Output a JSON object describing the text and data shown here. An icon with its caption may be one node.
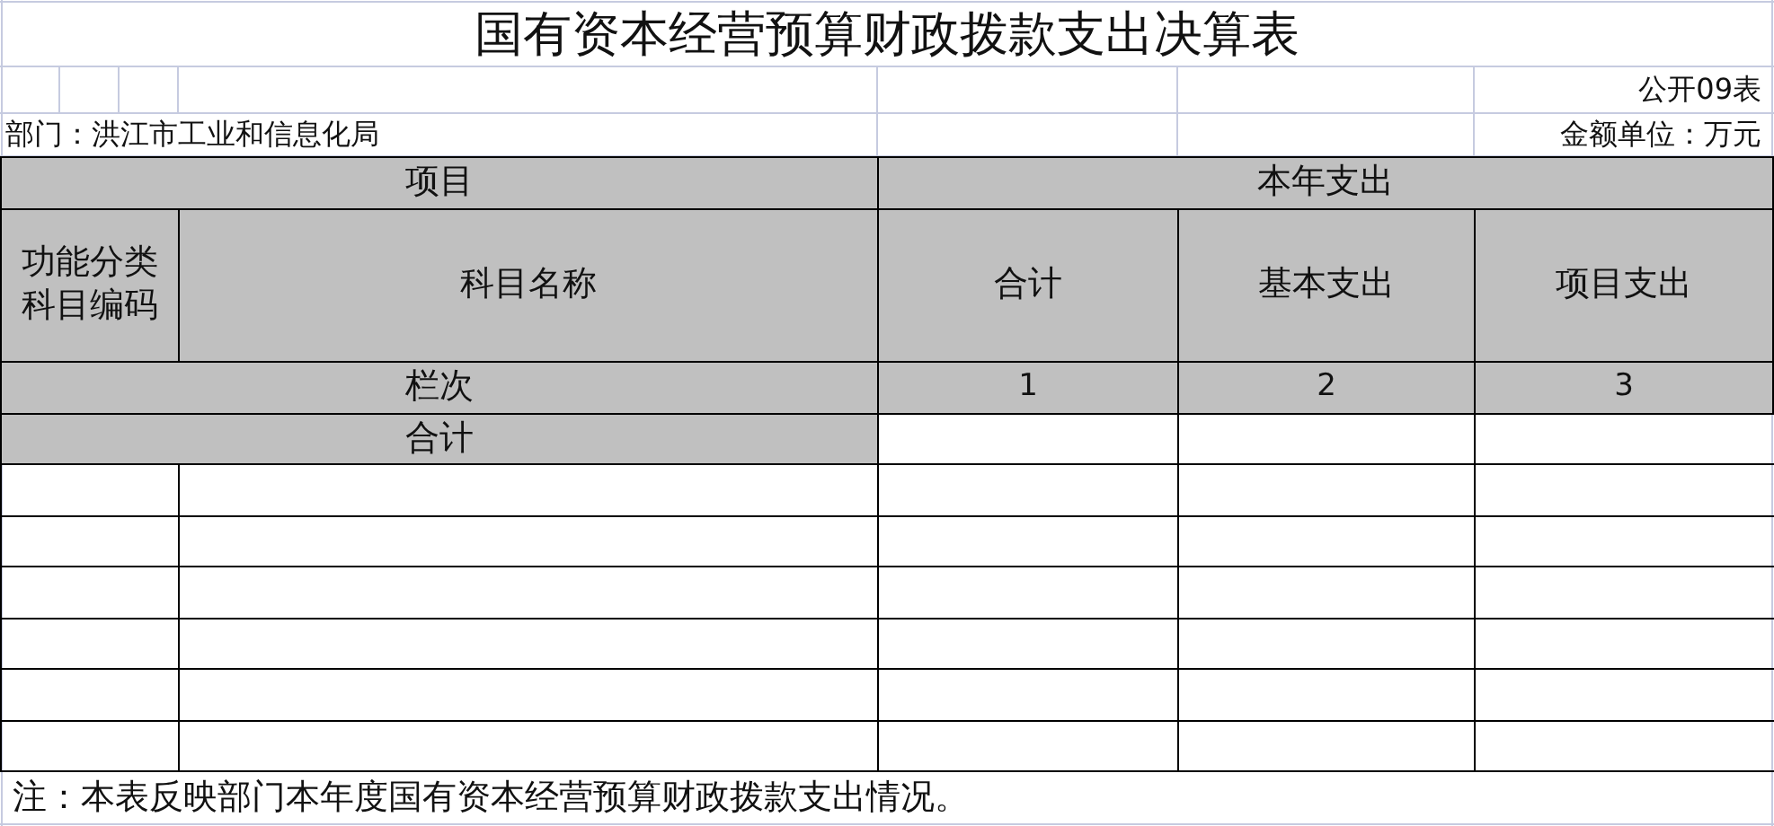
{
  "diagram": {
    "title": "国有资本经营预算财政拨款支出决算表",
    "labels": [
      "公开09表",
      "部门：洪江市工业和信息化局",
      "金额单位：万元",
      "项目",
      "本年支出",
      "功能分类科目编码",
      "科目名称",
      "合计",
      "基本支出",
      "项目支出",
      "栏次",
      "1",
      "2",
      "3",
      "合计",
      "注：本表反映部门本年度国有资本经营预算财政拨款支出情况。"
    ]
  }
}
